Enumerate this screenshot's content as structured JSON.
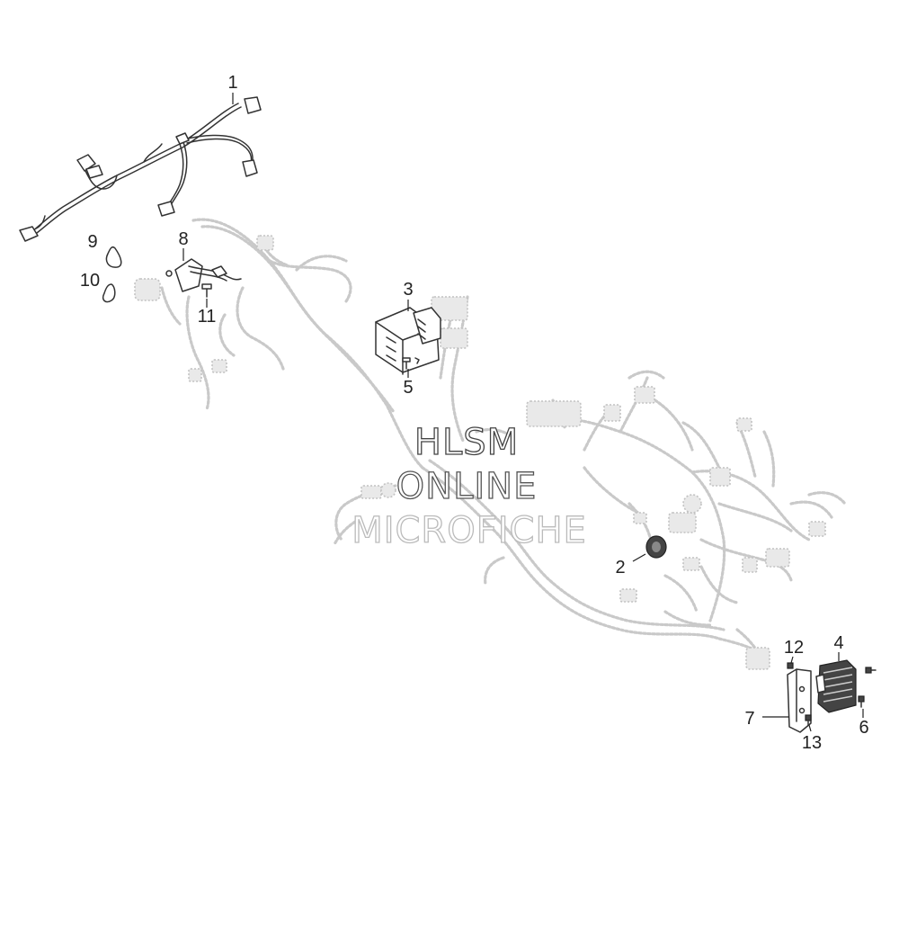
{
  "diagram": {
    "callouts": [
      {
        "id": "1",
        "label": "1"
      },
      {
        "id": "2",
        "label": "2"
      },
      {
        "id": "3",
        "label": "3"
      },
      {
        "id": "4",
        "label": "4"
      },
      {
        "id": "5",
        "label": "5"
      },
      {
        "id": "6",
        "label": "6"
      },
      {
        "id": "7",
        "label": "7"
      },
      {
        "id": "8",
        "label": "8"
      },
      {
        "id": "9",
        "label": "9"
      },
      {
        "id": "10",
        "label": "10"
      },
      {
        "id": "11",
        "label": "11"
      },
      {
        "id": "12",
        "label": "12"
      },
      {
        "id": "13",
        "label": "13"
      }
    ]
  },
  "watermark": {
    "line1": "HLSM",
    "line2": "ONLINE",
    "line3": "MICROFICHE"
  }
}
